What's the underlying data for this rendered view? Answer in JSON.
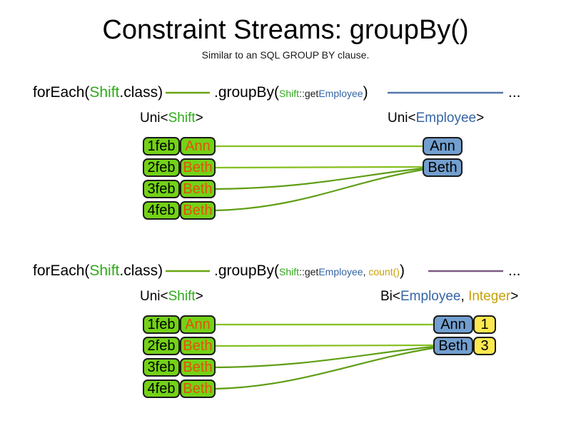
{
  "header": {
    "title": "Constraint Streams: groupBy()",
    "subtitle": "Similar to an SQL GROUP BY clause."
  },
  "colors": {
    "shift_green": "#2eaa18",
    "employee_blue": "#3465a4",
    "integer_gold": "#c8a005",
    "node_green_fill": "#73d216",
    "node_blue_fill": "#729fcf",
    "node_yellow_fill": "#fce94f",
    "node_text_orange": "#e8500d",
    "connector_green": "#6aa312",
    "connector_blue": "#5577aa",
    "connector_purple": "#7b5a82",
    "node_border": "#1b1b1b"
  },
  "sections": [
    {
      "id": "groupby-simple",
      "pipeline": {
        "source_prefix": "forEach(",
        "source_type": "Shift",
        "source_suffix": ".class)",
        "operation": ".groupBy(",
        "arg1_type": "Shift",
        "arg1_sep": "::get",
        "arg1_prop": "Employee",
        "operation_close": ")",
        "ellipsis": "..."
      },
      "left_label": {
        "prefix": "Uni<",
        "type": "Shift",
        "suffix": ">"
      },
      "right_label": {
        "prefix": "Uni<",
        "type": "Employee",
        "suffix": ">"
      },
      "shifts": [
        {
          "date": "1feb",
          "employee": "Ann"
        },
        {
          "date": "2feb",
          "employee": "Beth"
        },
        {
          "date": "3feb",
          "employee": "Beth"
        },
        {
          "date": "4feb",
          "employee": "Beth"
        }
      ],
      "groups": [
        {
          "employee": "Ann"
        },
        {
          "employee": "Beth"
        }
      ]
    },
    {
      "id": "groupby-count",
      "pipeline": {
        "source_prefix": "forEach(",
        "source_type": "Shift",
        "source_suffix": ".class)",
        "operation": ".groupBy(",
        "arg1_type": "Shift",
        "arg1_sep": "::get",
        "arg1_prop": "Employee",
        "arg_separator": ", ",
        "arg2": "count()",
        "operation_close": ")",
        "ellipsis": "..."
      },
      "left_label": {
        "prefix": "Uni<",
        "type": "Shift",
        "suffix": ">"
      },
      "right_label": {
        "prefix": "Bi<",
        "type": "Employee",
        "separator": ", ",
        "type2": "Integer",
        "suffix": ">"
      },
      "shifts": [
        {
          "date": "1feb",
          "employee": "Ann"
        },
        {
          "date": "2feb",
          "employee": "Beth"
        },
        {
          "date": "3feb",
          "employee": "Beth"
        },
        {
          "date": "4feb",
          "employee": "Beth"
        }
      ],
      "groups": [
        {
          "employee": "Ann",
          "count": "1"
        },
        {
          "employee": "Beth",
          "count": "3"
        }
      ]
    }
  ]
}
